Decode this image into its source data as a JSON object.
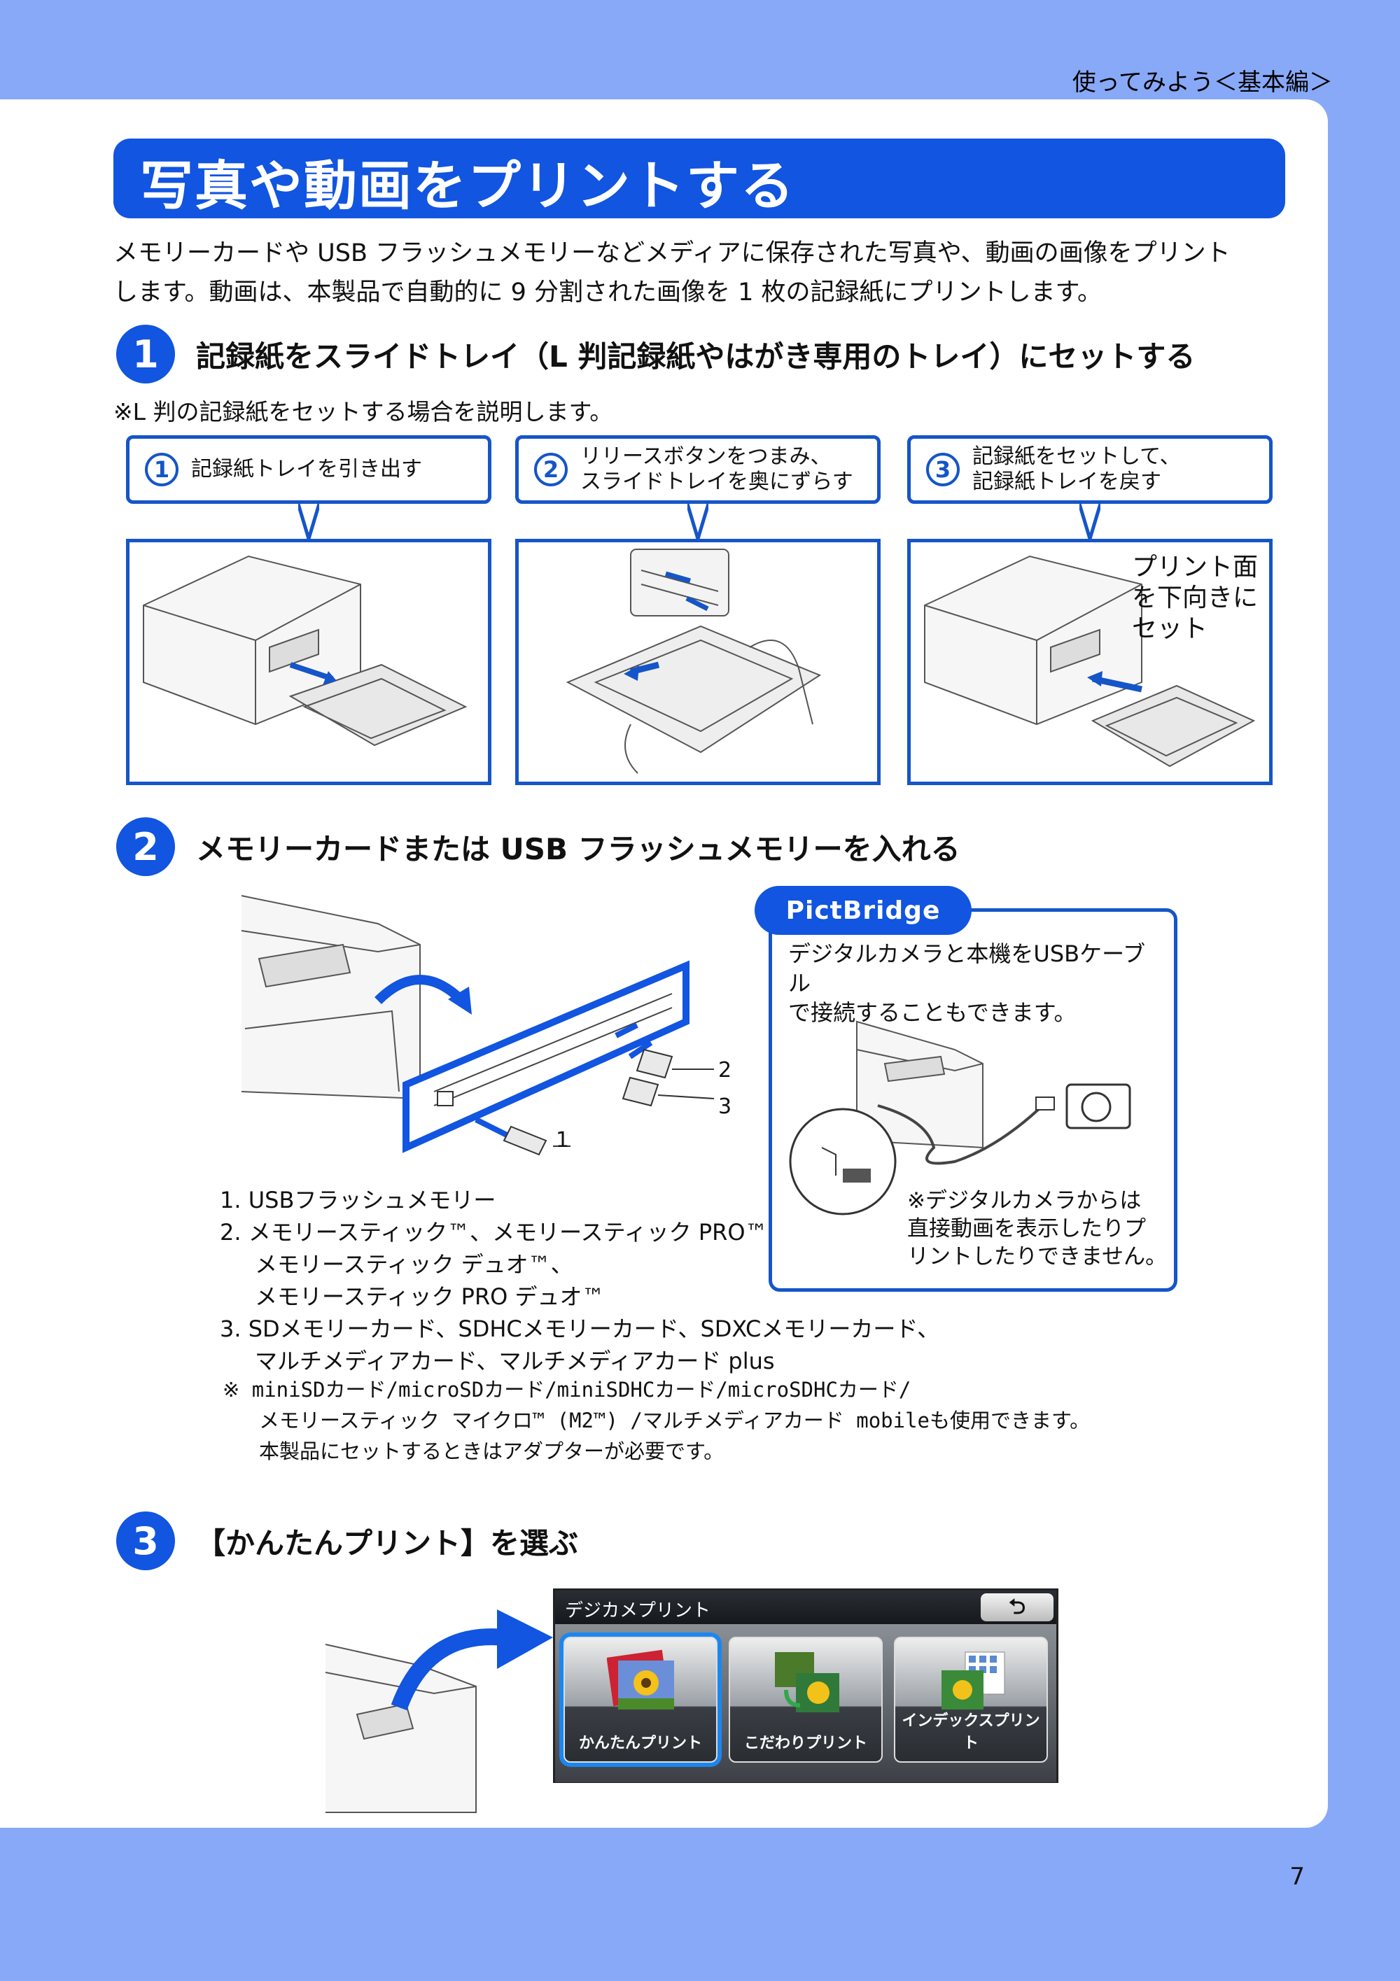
{
  "header": {
    "section": "使ってみよう＜基本編＞"
  },
  "title": "写真や動画をプリントする",
  "intro": {
    "line1": "メモリーカードや USB フラッシュメモリーなどメディアに保存された写真や、動画の画像をプリント",
    "line2": "します。動画は、本製品で自動的に 9 分割された画像を 1 枚の記録紙にプリントします。"
  },
  "step1": {
    "num": "1",
    "title": "記録紙をスライドトレイ（L 判記録紙やはがき専用のトレイ）にセットする",
    "note": "※L 判の記録紙をセットする場合を説明します。",
    "callouts": [
      {
        "num": "1",
        "line1": "記録紙トレイを引き出す",
        "line2": ""
      },
      {
        "num": "2",
        "line1": "リリースボタンをつまみ、",
        "line2": "スライドトレイを奥にずらす"
      },
      {
        "num": "3",
        "line1": "記録紙をセットして、",
        "line2": "記録紙トレイを戻す"
      }
    ],
    "face_label": {
      "line1": "プリント面",
      "line2": "を下向きに",
      "line3": "セット"
    }
  },
  "step2": {
    "num": "2",
    "title": "メモリーカードまたは USB フラッシュメモリーを入れる",
    "slot_labels": [
      "1",
      "2",
      "3"
    ],
    "media_list": [
      "1. USBフラッシュメモリー",
      "2. メモリースティック™、メモリースティック PRO™、",
      "メモリースティック デュオ™、",
      "メモリースティック PRO デュオ™",
      "3. SDメモリーカード、SDHCメモリーカード、SDXCメモリーカード、",
      "マルチメディアカード、マルチメディアカード plus"
    ],
    "media_note": [
      "※ miniSDカード/microSDカード/miniSDHCカード/microSDHCカード/",
      "メモリースティック マイクロ™ (M2™) /マルチメディアカード mobileも使用できます。",
      "本製品にセットするときはアダプターが必要です。"
    ],
    "pictbridge": {
      "tab": "PictBridge",
      "text1": "デジタルカメラと本機をUSBケーブル",
      "text2": "で接続することもできます。",
      "note1": "※デジタルカメラからは",
      "note2": "直接動画を表示したりプ",
      "note3": "リントしたりできません。"
    }
  },
  "step3": {
    "num": "3",
    "title": "【かんたんプリント】を選ぶ",
    "lcd": {
      "header": "デジカメプリント",
      "back": "⮌",
      "buttons": [
        "かんたんプリント",
        "こだわりプリント",
        "インデックスプリント"
      ]
    }
  },
  "page_number": "7",
  "colors": {
    "accent": "#1155e0",
    "frame": "#1555c8",
    "background": "#87a9f8"
  }
}
